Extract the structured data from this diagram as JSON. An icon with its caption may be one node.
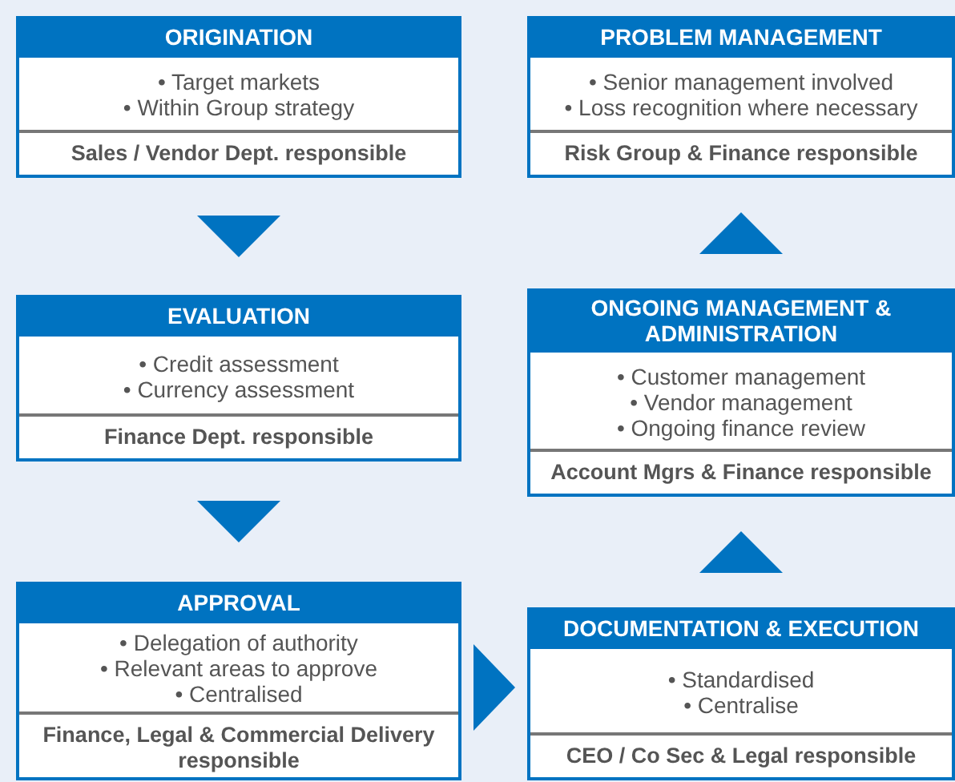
{
  "diagram": {
    "nodes": [
      {
        "text": [
          "ORIGINATION",
          "• Target markets",
          "• Within Group strategy",
          "Sales / Vendor Dept. responsible"
        ]
      },
      {
        "text": [
          "PROBLEM MANAGEMENT",
          "• Senior management involved",
          "• Loss recognition where necessary",
          "Risk Group & Finance responsible"
        ]
      },
      {
        "text": [
          "EVALUATION",
          "• Credit assessment",
          "• Currency assessment",
          "Finance Dept. responsible"
        ]
      },
      {
        "text": [
          "ONGOING MANAGEMENT & ADMINISTRATION",
          "• Customer management",
          "• Vendor management",
          "• Ongoing finance review",
          "Account Mgrs & Finance responsible"
        ]
      },
      {
        "text": [
          "APPROVAL",
          "• Delegation of authority",
          "• Relevant areas to approve",
          "• Centralised",
          "Finance, Legal & Commercial Delivery responsible"
        ]
      },
      {
        "text": [
          "DOCUMENTATION & EXECUTION",
          "• Standardised",
          "• Centralise",
          "CEO / Co Sec & Legal responsible"
        ]
      }
    ],
    "edges": [
      {
        "from": 0,
        "to": 2,
        "arrow": "to"
      },
      {
        "from": 2,
        "to": 4,
        "arrow": "to"
      },
      {
        "from": 4,
        "to": 5,
        "arrow": "to"
      },
      {
        "from": 5,
        "to": 3,
        "arrow": "to"
      },
      {
        "from": 3,
        "to": 1,
        "arrow": "to"
      }
    ]
  }
}
